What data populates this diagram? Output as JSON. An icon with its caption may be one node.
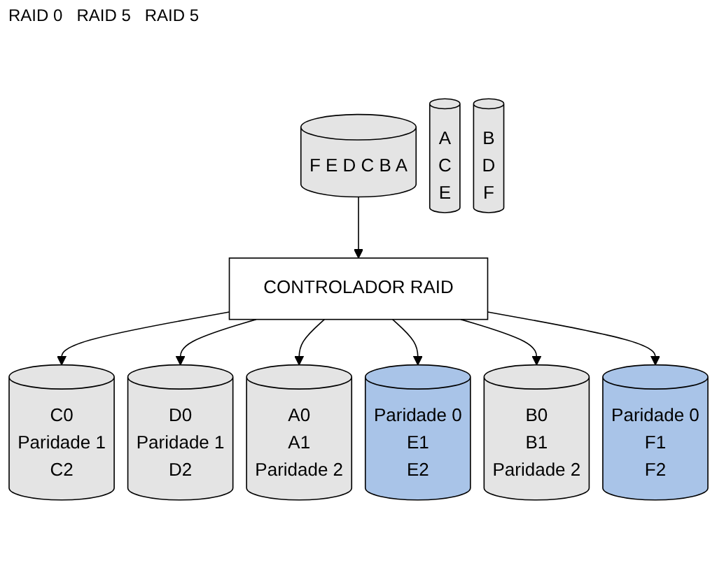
{
  "diagram": {
    "nodes": [
      {
        "text": [
          "F E D C B A"
        ]
      },
      {
        "text": [
          "CONTROLADOR RAID"
        ]
      },
      {
        "text": [
          "A",
          "C",
          "E"
        ]
      },
      {
        "text": [
          "B",
          "D",
          "F"
        ]
      },
      {
        "text": [
          "A0",
          "A1",
          "Paridade 2"
        ]
      },
      {
        "text": [
          "C0",
          "Paridade 1",
          "C2"
        ]
      },
      {
        "text": [
          "Paridade 0",
          "E1",
          "E2"
        ]
      },
      {
        "text": [
          "B0",
          "B1",
          "Paridade 2"
        ]
      },
      {
        "text": [
          "D0",
          "Paridade 1",
          "D2"
        ]
      },
      {
        "text": [
          "Paridade 0",
          "F1",
          "F2"
        ]
      }
    ],
    "edges": [
      {
        "from": 0,
        "to": 1,
        "arrow": "to"
      },
      {
        "from": 1,
        "to": 5,
        "arrow": "to"
      },
      {
        "from": 1,
        "to": 8,
        "arrow": "to"
      },
      {
        "from": 1,
        "to": 4,
        "arrow": "to"
      },
      {
        "from": 1,
        "to": 6,
        "arrow": "to"
      },
      {
        "from": 1,
        "to": 7,
        "arrow": "to"
      },
      {
        "from": 1,
        "to": 9,
        "arrow": "to"
      }
    ],
    "labels": [
      "RAID 0",
      "RAID 5",
      "RAID 5"
    ]
  }
}
